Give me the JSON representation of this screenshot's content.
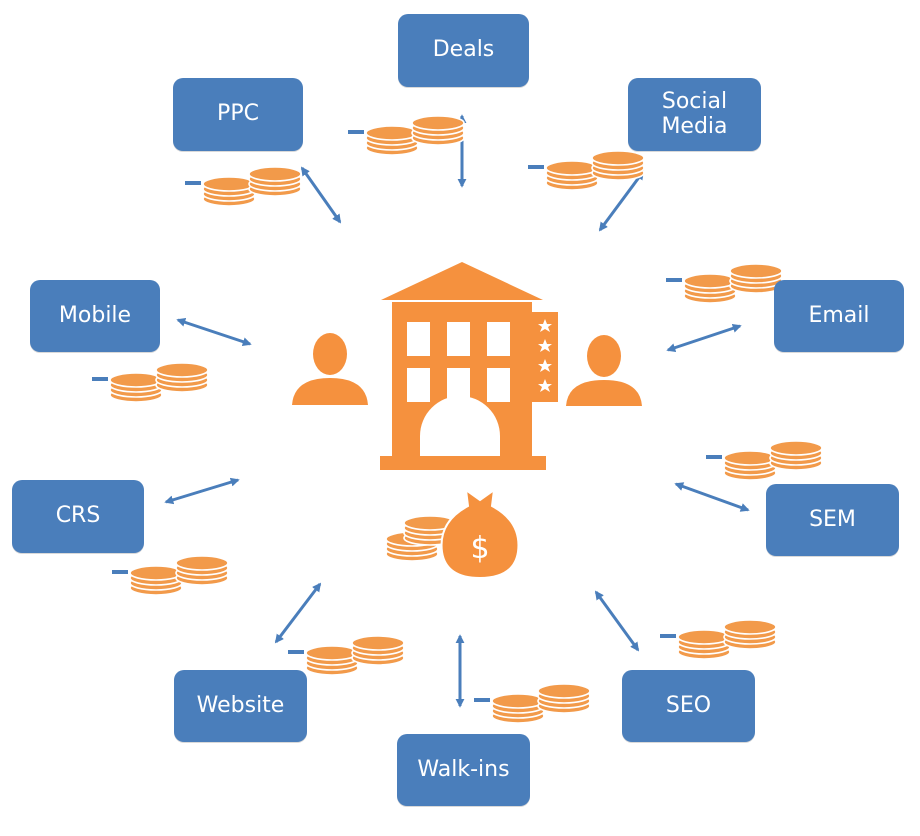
{
  "colors": {
    "box": "#4a7ebb",
    "arrow": "#4a7ebb",
    "accent": "#f5913e",
    "coin": "#f29a4a",
    "coin_stroke": "#ffffff",
    "text": "#ffffff"
  },
  "nodes": {
    "deals": "Deals",
    "ppc": "PPC",
    "social_media": "Social\nMedia",
    "mobile": "Mobile",
    "email": "Email",
    "crs": "CRS",
    "sem": "SEM",
    "website": "Website",
    "seo": "SEO",
    "walk_ins": "Walk-ins"
  },
  "center": {
    "building_icon": "hotel-building-icon",
    "left_person_icon": "person-icon",
    "right_person_icon": "person-icon",
    "rating_stars": 4,
    "money_bag_icon": "money-bag-icon",
    "currency_symbol": "$"
  }
}
